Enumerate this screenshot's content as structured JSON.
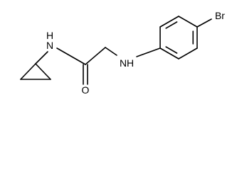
{
  "molecule": {
    "atom_labels": {
      "bromine": "Br",
      "amine_n": "N",
      "amine_h": "H",
      "amide_n": "N",
      "amide_h": "H",
      "carbonyl_o": "O"
    },
    "colors": {
      "bond": "#000000",
      "label": "#000000",
      "background": "#ffffff"
    }
  }
}
